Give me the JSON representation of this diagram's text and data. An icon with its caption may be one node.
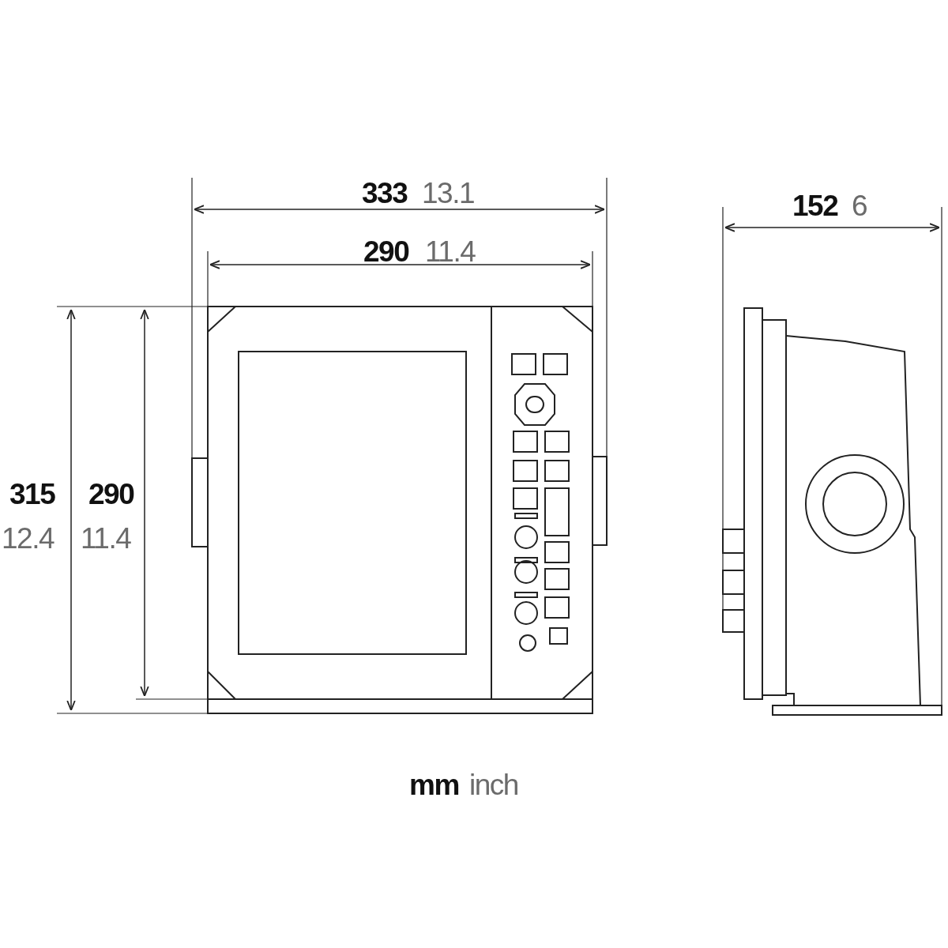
{
  "diagram": {
    "labels": [
      "333",
      "13.1",
      "290",
      "11.4",
      "152",
      "6",
      "315",
      "290",
      "12.4",
      "11.4",
      "mm",
      "inch"
    ]
  }
}
